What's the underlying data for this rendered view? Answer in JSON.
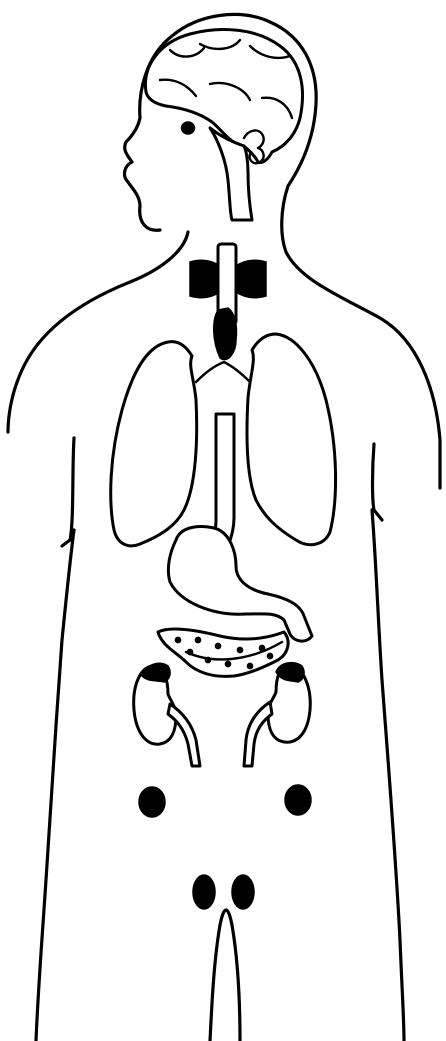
{
  "diagram": {
    "subject": "human-endocrine-system-outline",
    "colors": {
      "outline": "#000000",
      "gland_fill": "#000000",
      "background": "#ffffff"
    },
    "highlighted_glands": [
      "pituitary",
      "thyroid",
      "thymus",
      "pancreas",
      "adrenal-left",
      "adrenal-right",
      "ovary-left",
      "ovary-right",
      "testis-left",
      "testis-right"
    ]
  }
}
